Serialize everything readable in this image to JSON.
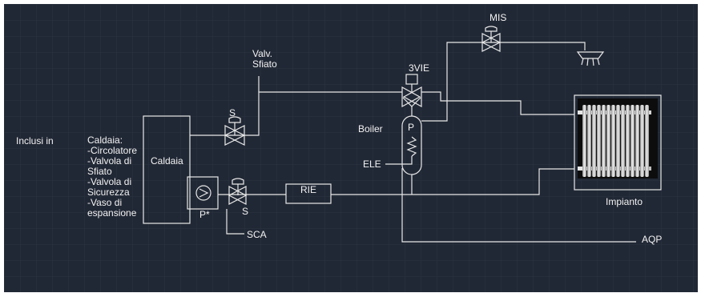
{
  "labels": {
    "inclusi": "Inclusi in",
    "caldaia_list": "Caldaia:\n-Circolatore\n-Valvola di\nSfiato\n-Valvola di\nSicurezza\n-Vaso di\nespansione",
    "caldaia": "Caldaia",
    "valv_sfiato": "Valv.\nSfiato",
    "s_upper": "S",
    "s_lower": "S",
    "pump": "P*",
    "sca": "SCA",
    "rie": "RIE",
    "boiler": "Boiler",
    "boiler_p": "P",
    "ele": "ELE",
    "three_vie": "3VIE",
    "mis": "MIS",
    "impianto": "Impianto",
    "aqp": "AQP"
  },
  "colors": {
    "background": "#212835",
    "grid": "#2b3341",
    "line": "#e8e8e8",
    "radiator_bg": "#0d0d0d",
    "radiator": "#d4d4d4"
  },
  "icons": [
    "valve-icon",
    "pump-icon",
    "shower-icon",
    "radiator-icon",
    "coil-icon"
  ]
}
